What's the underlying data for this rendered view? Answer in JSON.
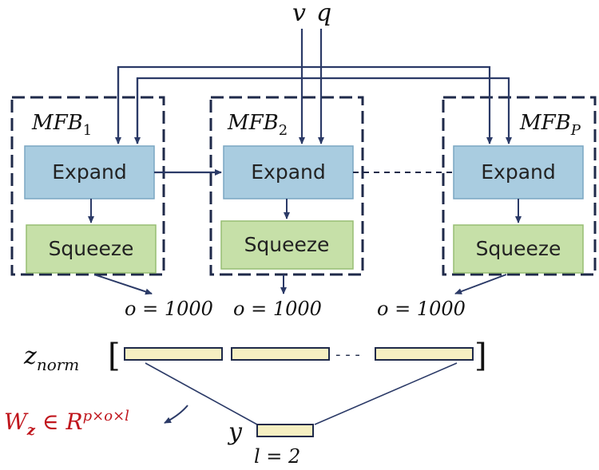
{
  "inputs": {
    "v": "v",
    "q": "q"
  },
  "modules": [
    {
      "name_base": "MFB",
      "name_sub": "1",
      "expand_label": "Expand",
      "squeeze_label": "Squeeze",
      "o_label": "o = 1000"
    },
    {
      "name_base": "MFB",
      "name_sub": "2",
      "expand_label": "Expand",
      "squeeze_label": "Squeeze",
      "o_label": "o = 1000"
    },
    {
      "name_base": "MFB",
      "name_sub": "P",
      "expand_label": "Expand",
      "squeeze_label": "Squeeze",
      "o_label": "o = 1000"
    }
  ],
  "z_norm": {
    "base": "z",
    "sub": "norm",
    "open_bracket": "[",
    "close_bracket": "]",
    "ellipsis": "- - -"
  },
  "output": {
    "label": "y",
    "l_label": "l = 2"
  },
  "weight": {
    "base": "W",
    "sub": "z",
    "rel": " ∈ R",
    "sup": "p×o×l"
  },
  "colors": {
    "expand_fill": "#a9cce0",
    "expand_stroke": "#7aa6c2",
    "squeeze_fill": "#c6e0a8",
    "squeeze_stroke": "#97bd73",
    "vector_fill": "#f6efc2",
    "line": "#2b3a67",
    "dash": "#1f2a4a",
    "weight_text": "#c0161d"
  }
}
